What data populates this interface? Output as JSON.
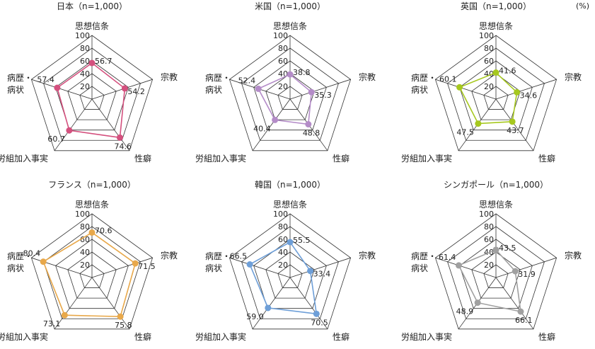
{
  "unit": "(%)",
  "chart_data": [
    {
      "type": "radar",
      "title": "日本（n=1,000）",
      "axes": [
        "思想信条",
        "宗教",
        "性癖",
        "労組加入事実",
        "病歴・病状"
      ],
      "ticks": [
        "20",
        "40",
        "60",
        "80",
        "100"
      ],
      "ylim": [
        0,
        100
      ],
      "values": [
        56.7,
        54.2,
        74.6,
        60.7,
        57.4
      ],
      "value_labels": [
        "56.7",
        "54.2",
        "74.6",
        "60.7",
        "57.4"
      ],
      "color": "#d4507e"
    },
    {
      "type": "radar",
      "title": "米国（n=1,000）",
      "axes": [
        "思想信条",
        "宗教",
        "性癖",
        "労組加入事実",
        "病歴・病状"
      ],
      "ticks": [
        "20",
        "40",
        "60",
        "80",
        "100"
      ],
      "ylim": [
        0,
        100
      ],
      "values": [
        38.8,
        35.3,
        48.8,
        40.4,
        52.4
      ],
      "value_labels": [
        "38.8",
        "35.3",
        "48.8",
        "40.4",
        "52.4"
      ],
      "color": "#b48cc8"
    },
    {
      "type": "radar",
      "title": "英国（n=1,000）",
      "axes": [
        "思想信条",
        "宗教",
        "性癖",
        "労組加入事実",
        "病歴・病状"
      ],
      "ticks": [
        "20",
        "40",
        "60",
        "80",
        "100"
      ],
      "ylim": [
        0,
        100
      ],
      "values": [
        41.6,
        34.6,
        43.7,
        47.5,
        60.1
      ],
      "value_labels": [
        "41.6",
        "34.6",
        "43.7",
        "47.5",
        "60.1"
      ],
      "color": "#a6c81e"
    },
    {
      "type": "radar",
      "title": "フランス（n=1,000）",
      "axes": [
        "思想信条",
        "宗教",
        "性癖",
        "労組加入事実",
        "病歴・病状"
      ],
      "ticks": [
        "20",
        "40",
        "60",
        "80",
        "100"
      ],
      "ylim": [
        0,
        100
      ],
      "values": [
        70.6,
        71.5,
        75.8,
        73.1,
        80.4
      ],
      "value_labels": [
        "70.6",
        "71.5",
        "75.8",
        "73.1",
        "80.4"
      ],
      "color": "#e8a84a"
    },
    {
      "type": "radar",
      "title": "韓国（n=1,000）",
      "axes": [
        "思想信条",
        "宗教",
        "性癖",
        "労組加入事実",
        "病歴・病状"
      ],
      "ticks": [
        "20",
        "40",
        "60",
        "80",
        "100"
      ],
      "ylim": [
        0,
        100
      ],
      "values": [
        55.5,
        33.4,
        70.5,
        59.0,
        66.5
      ],
      "value_labels": [
        "55.5",
        "33.4",
        "70.5",
        "59.0",
        "66.5"
      ],
      "color": "#6e9fd8"
    },
    {
      "type": "radar",
      "title": "シンガポール（n=1,000）",
      "axes": [
        "思想信条",
        "宗教",
        "性癖",
        "労組加入事実",
        "病歴・病状"
      ],
      "ticks": [
        "20",
        "40",
        "60",
        "80",
        "100"
      ],
      "ylim": [
        0,
        100
      ],
      "values": [
        43.5,
        31.9,
        66.1,
        48.9,
        61.4
      ],
      "value_labels": [
        "43.5",
        "31.9",
        "66.1",
        "48.9",
        "61.4"
      ],
      "color": "#a0a0a0"
    }
  ]
}
